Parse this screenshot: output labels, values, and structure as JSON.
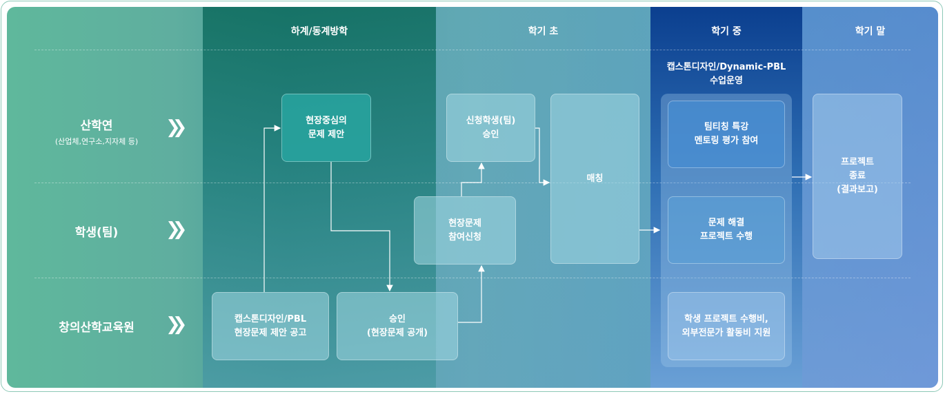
{
  "columns": [
    "하계/동계방학",
    "학기 초",
    "학기 중",
    "학기 말"
  ],
  "rows": [
    {
      "label": "산학연",
      "sub": "(산업체,연구소,지자체 등)"
    },
    {
      "label": "학생(팀)",
      "sub": ""
    },
    {
      "label": "창의산학교육원",
      "sub": ""
    }
  ],
  "chevron": "❯❯",
  "panel_title": "캡스톤디자인/Dynamic-PBL\n수업운영",
  "boxes": {
    "problem_proposal": "현장중심의\n문제 제안",
    "notice": "캡스톤디자인/PBL\n현장문제 제안 공고",
    "approval_public": "승인\n(현장문제 공개)",
    "apply": "현장문제\n참여신청",
    "team_approval": "신청학생(팀)\n승인",
    "matching": "매칭",
    "team_teaching": "팀티칭 특강\n멘토링 평가 참여",
    "problem_solving": "문제 해결\n프로젝트 수행",
    "support": "학생 프로젝트 수행비,\n외부전문가 활동비 지원",
    "project_end": "프로젝트\n종료\n(결과보고)"
  }
}
